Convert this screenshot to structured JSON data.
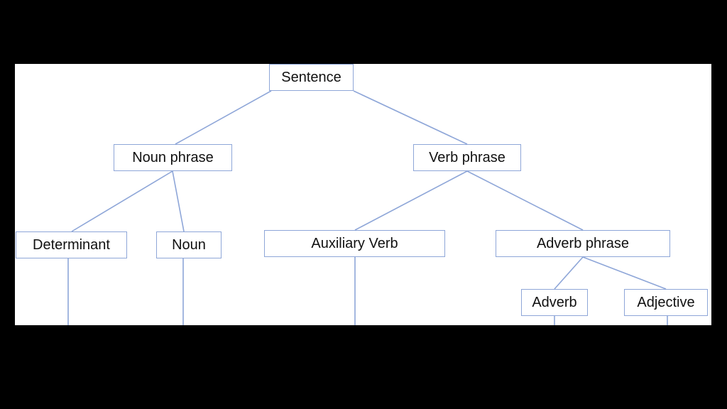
{
  "diagram": {
    "nodes": {
      "sentence": "Sentence",
      "noun_phrase": "Noun phrase",
      "verb_phrase": "Verb phrase",
      "determinant": "Determinant",
      "noun": "Noun",
      "auxiliary_verb": "Auxiliary Verb",
      "adverb_phrase": "Adverb phrase",
      "adverb": "Adverb",
      "adjective": "Adjective"
    },
    "edges": [
      [
        "sentence",
        "noun_phrase"
      ],
      [
        "sentence",
        "verb_phrase"
      ],
      [
        "noun_phrase",
        "determinant"
      ],
      [
        "noun_phrase",
        "noun"
      ],
      [
        "verb_phrase",
        "auxiliary_verb"
      ],
      [
        "verb_phrase",
        "adverb_phrase"
      ],
      [
        "adverb_phrase",
        "adverb"
      ],
      [
        "adverb_phrase",
        "adjective"
      ]
    ],
    "colors": {
      "line": "#8ea6d8",
      "box_border": "#8ea6d8",
      "background": "#ffffff",
      "frame": "#000000"
    }
  }
}
